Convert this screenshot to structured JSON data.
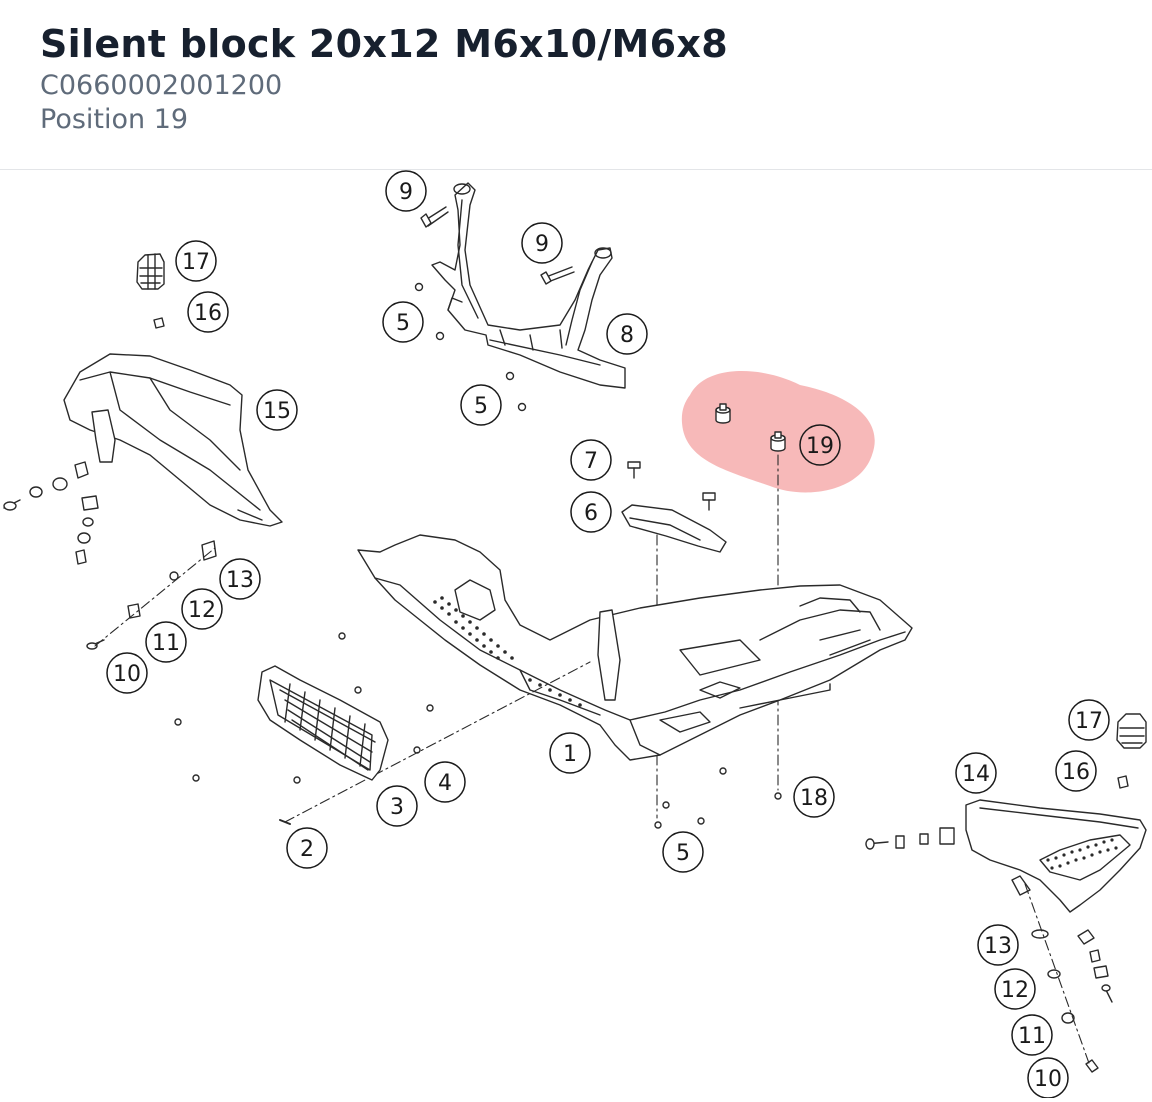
{
  "part": {
    "title": "Silent block 20x12 M6x10/M6x8",
    "code": "C0660002001200",
    "position": "Position 19"
  },
  "colors": {
    "title": "#17202e",
    "subtitle": "#5f6b7a",
    "line": "#2a2a2a",
    "highlight": "#f08080"
  },
  "callouts": [
    {
      "id": "c1",
      "label": "1"
    },
    {
      "id": "c2",
      "label": "2"
    },
    {
      "id": "c3",
      "label": "3"
    },
    {
      "id": "c4",
      "label": "4"
    },
    {
      "id": "c5a",
      "label": "5"
    },
    {
      "id": "c5b",
      "label": "5"
    },
    {
      "id": "c5c",
      "label": "5"
    },
    {
      "id": "c6",
      "label": "6"
    },
    {
      "id": "c7",
      "label": "7"
    },
    {
      "id": "c8",
      "label": "8"
    },
    {
      "id": "c9a",
      "label": "9"
    },
    {
      "id": "c9b",
      "label": "9"
    },
    {
      "id": "c10a",
      "label": "10"
    },
    {
      "id": "c10b",
      "label": "10"
    },
    {
      "id": "c11a",
      "label": "11"
    },
    {
      "id": "c11b",
      "label": "11"
    },
    {
      "id": "c12a",
      "label": "12"
    },
    {
      "id": "c12b",
      "label": "12"
    },
    {
      "id": "c13a",
      "label": "13"
    },
    {
      "id": "c13b",
      "label": "13"
    },
    {
      "id": "c14",
      "label": "14"
    },
    {
      "id": "c15",
      "label": "15"
    },
    {
      "id": "c16a",
      "label": "16"
    },
    {
      "id": "c16b",
      "label": "16"
    },
    {
      "id": "c17a",
      "label": "17"
    },
    {
      "id": "c17b",
      "label": "17"
    },
    {
      "id": "c18",
      "label": "18"
    },
    {
      "id": "c19",
      "label": "19",
      "highlighted": true
    }
  ]
}
